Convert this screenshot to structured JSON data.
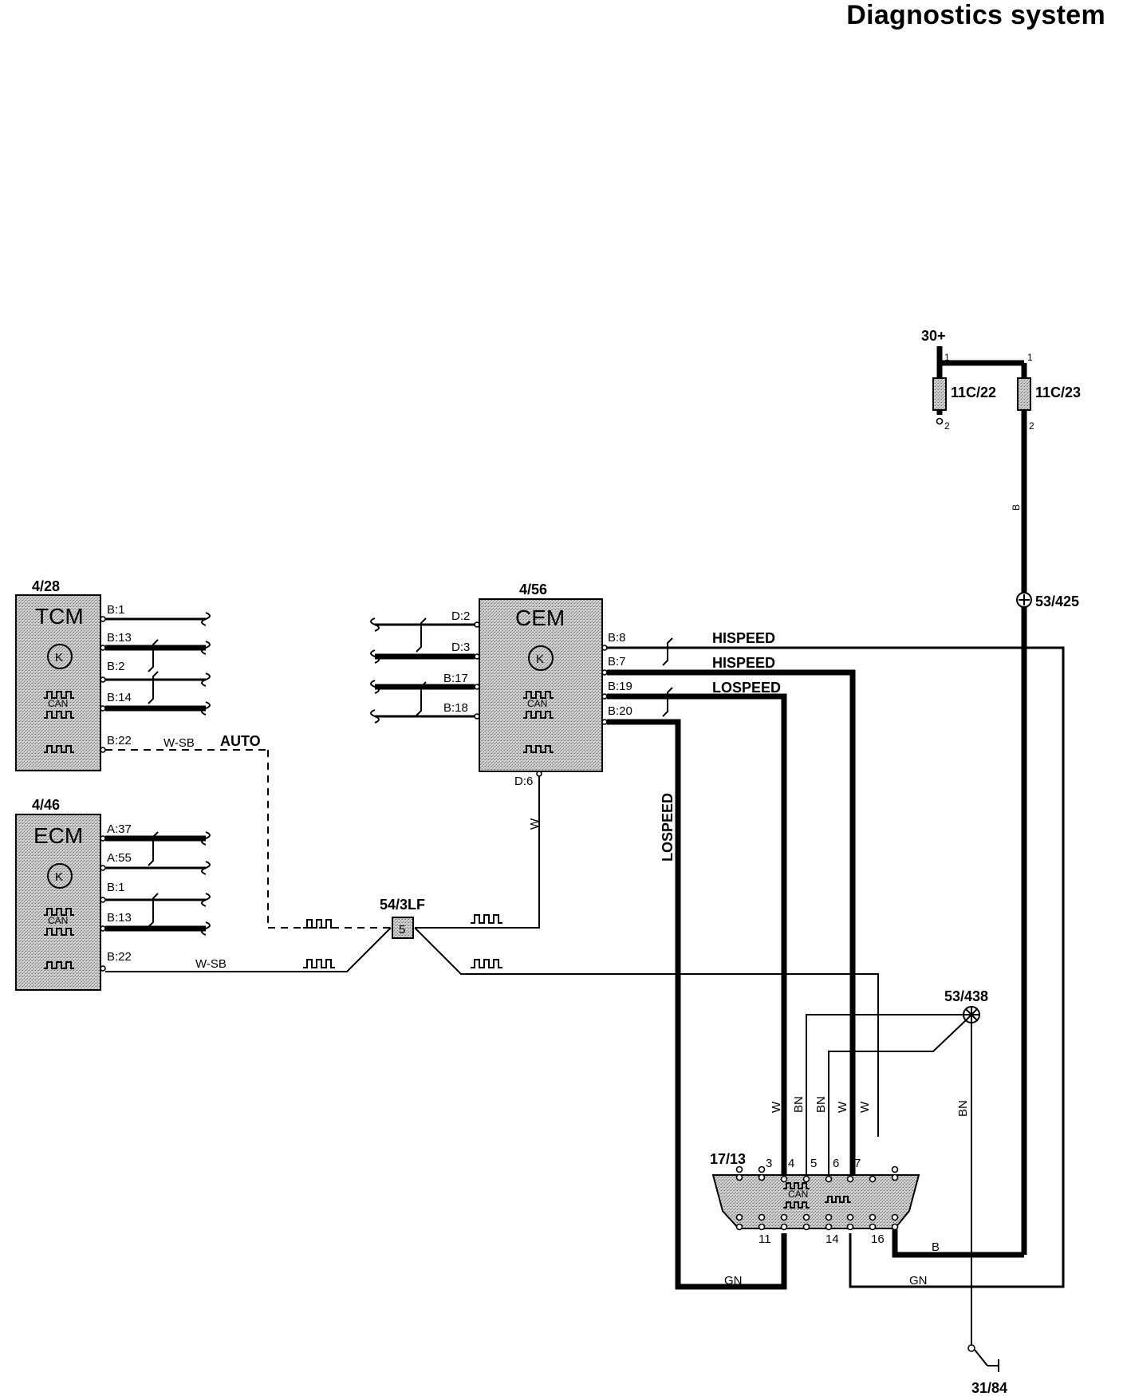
{
  "title": "Diagnostics system",
  "power": {
    "supply": "30+",
    "fuse_a": "11C/22",
    "fuse_b": "11C/23",
    "pin_1": "1",
    "pin_2": "2",
    "wire_color": "B",
    "splice": "53/425"
  },
  "modules": {
    "tcm": {
      "id": "4/28",
      "name": "TCM",
      "pins": [
        "B:1",
        "B:13",
        "B:2",
        "B:14",
        "B:22"
      ],
      "can_label": "CAN"
    },
    "ecm": {
      "id": "4/46",
      "name": "ECM",
      "pins": [
        "A:37",
        "A:55",
        "B:1",
        "B:13",
        "B:22"
      ],
      "can_label": "CAN"
    },
    "cem": {
      "id": "4/56",
      "name": "CEM",
      "left_pins": [
        "D:2",
        "D:3",
        "B:17",
        "B:18"
      ],
      "right_pins": [
        "B:8",
        "B:7",
        "B:19",
        "B:20"
      ],
      "bottom_pin": "D:6",
      "can_label": "CAN"
    }
  },
  "k_symbol": "K",
  "signals": {
    "hispeed_1": "HISPEED",
    "hispeed_2": "HISPEED",
    "lospeed_h": "LOSPEED",
    "lospeed_v": "LOSPEED",
    "auto": "AUTO",
    "wsb_tcm": "W-SB",
    "wsb_ecm": "W-SB",
    "w_cem": "W"
  },
  "junction": {
    "id": "54/3LF",
    "pin": "5"
  },
  "ground_splice": "53/438",
  "ground": "31/84",
  "dlc": {
    "id": "17/13",
    "top_pins": [
      "3",
      "4",
      "5",
      "6",
      "7"
    ],
    "bottom_pins": [
      "11",
      "14",
      "16"
    ],
    "can_label": "CAN"
  },
  "wire_colors": {
    "w3": "W",
    "bn4": "BN",
    "bn5": "BN",
    "w6": "W",
    "w7": "W",
    "bn_gnd": "BN",
    "gn_left": "GN",
    "gn_right": "GN",
    "b_16": "B"
  }
}
